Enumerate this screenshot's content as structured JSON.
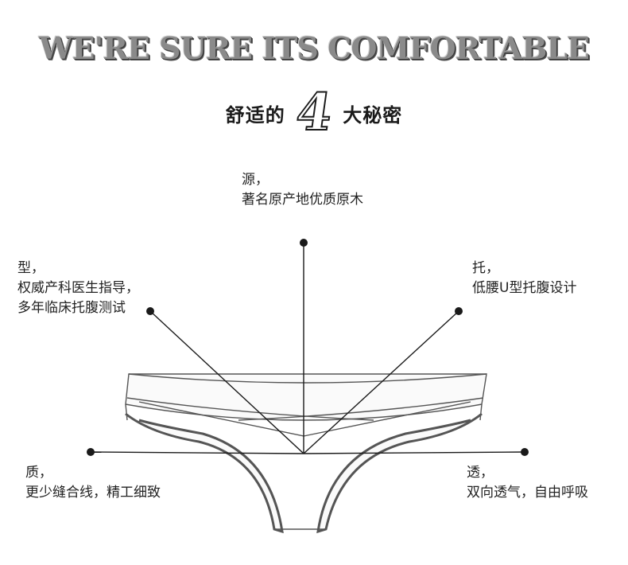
{
  "headline": "WE'RE SURE ITS COMFORTABLE",
  "subtitle": {
    "before": "舒适的",
    "number": "4",
    "after": "大秘密"
  },
  "features": {
    "top": {
      "lines": [
        "源，",
        "著名原产地优质原木"
      ]
    },
    "left": {
      "lines": [
        "型，",
        "权威产科医生指导，",
        "多年临床托腹测试"
      ]
    },
    "right": {
      "lines": [
        "托，",
        "低腰U型托腹设计"
      ]
    },
    "bottom_left": {
      "lines": [
        "质，",
        "更少缝合线，精工细致"
      ]
    },
    "bottom_right": {
      "lines": [
        "透，",
        "双向透气，自由呼吸"
      ]
    }
  },
  "colors": {
    "line": "#1a1a1a",
    "garment": "#555555",
    "text": "#222222"
  }
}
